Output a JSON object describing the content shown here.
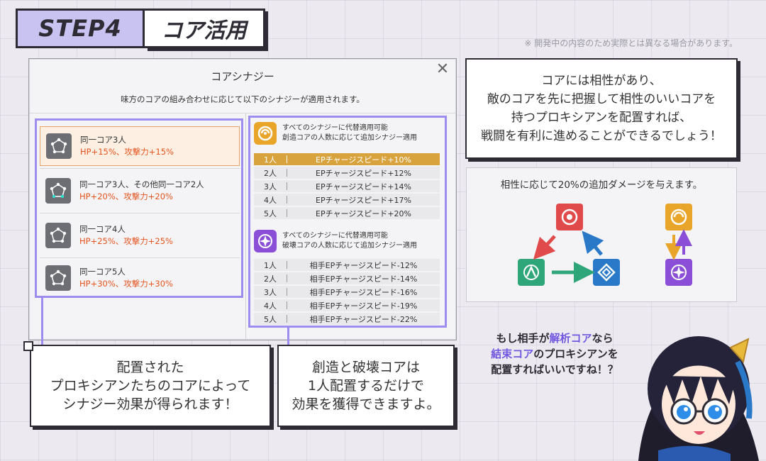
{
  "header": {
    "step": "STEP4",
    "title": "コア活用",
    "disclaimer": "※ 開発中の内容のため実際とは異なる場合があります。"
  },
  "panel": {
    "title": "コアシナジー",
    "subtitle": "味方のコアの組み合わせに応じて以下のシナジーが適用されます。",
    "synergies": [
      {
        "name": "同一コア3人",
        "bonus": "HP+15%、攻撃力+15%"
      },
      {
        "name": "同一コア3人、その他同一コア2人",
        "bonus": "HP+20%、攻撃力+20%"
      },
      {
        "name": "同一コア4人",
        "bonus": "HP+25%、攻撃力+25%"
      },
      {
        "name": "同一コア5人",
        "bonus": "HP+30%、攻撃力+30%"
      }
    ],
    "creation": {
      "line1": "すべてのシナジーに代替適用可能",
      "line2": "創造コアの人数に応じて追加シナジー適用",
      "rows": [
        {
          "n": "1人",
          "v": "EPチャージスピード+10%"
        },
        {
          "n": "2人",
          "v": "EPチャージスピード+12%"
        },
        {
          "n": "3人",
          "v": "EPチャージスピード+14%"
        },
        {
          "n": "4人",
          "v": "EPチャージスピード+17%"
        },
        {
          "n": "5人",
          "v": "EPチャージスピード+20%"
        }
      ]
    },
    "destruction": {
      "line1": "すべてのシナジーに代替適用可能",
      "line2": "破壊コアの人数に応じて追加シナジー適用",
      "rows": [
        {
          "n": "1人",
          "v": "相手EPチャージスピード-12%"
        },
        {
          "n": "2人",
          "v": "相手EPチャージスピード-14%"
        },
        {
          "n": "3人",
          "v": "相手EPチャージスピード-16%"
        },
        {
          "n": "4人",
          "v": "相手EPチャージスピード-19%"
        },
        {
          "n": "5人",
          "v": "相手EPチャージスピード-22%"
        }
      ]
    }
  },
  "callout_left": {
    "l1": "配置された",
    "l2": "プロキシアンたちのコアによって",
    "l3": "シナジー効果が得られます！"
  },
  "callout_mid": {
    "l1": "創造と破壊コアは",
    "l2": "1人配置するだけで",
    "l3": "効果を獲得できますよ。"
  },
  "info": {
    "l1": "コアには相性があり、",
    "l2": "敵のコアを先に把握して相性のいいコアを",
    "l3": "持つプロキシアンを配置すれば、",
    "l4": "戦闘を有利に進めることができるでしょう！"
  },
  "relation": {
    "title": "相性に応じて20%の追加ダメージを与えます。"
  },
  "speech": {
    "l1_pre": "もし相手が",
    "l1_hl": "解析コア",
    "l1_post": "なら",
    "l2_hl": "結束コア",
    "l2_post": "のプロキシアンを",
    "l3": "配置すればいいですね！？"
  },
  "colors": {
    "accent": "#9f8cf0",
    "bonus": "#e3541f",
    "highlight_row": "#d8a23c",
    "creation": "#e8a52a",
    "destruction": "#8a4fd6",
    "red_core": "#e04a4a",
    "green_core": "#2fa57a",
    "blue_core": "#2a78c8"
  }
}
